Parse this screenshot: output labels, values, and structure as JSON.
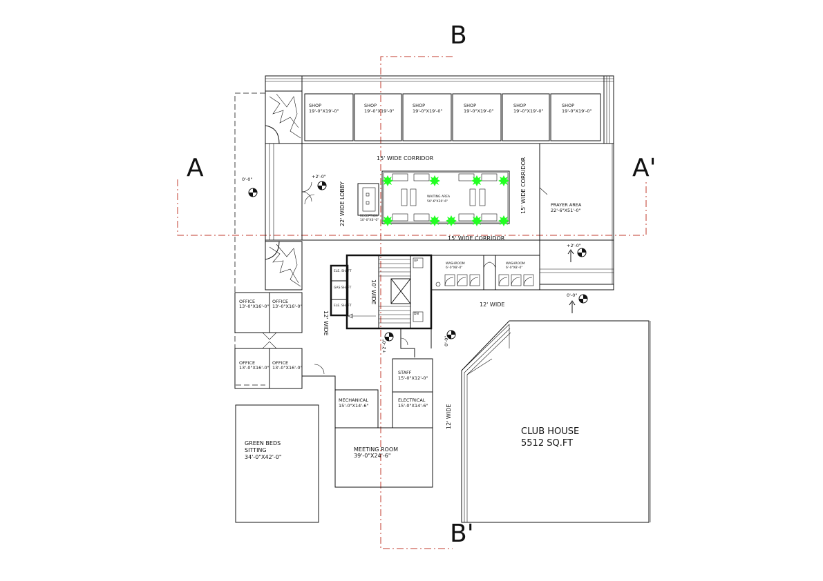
{
  "section_marks": {
    "a_left": "A",
    "a_right": "A'",
    "b_top": "B",
    "b_bottom": "B'"
  },
  "shops": [
    {
      "label": "SHOP",
      "size": "19'-0\"X19'-0\""
    },
    {
      "label": "SHOP",
      "size": "19'-0\"X19'-0\""
    },
    {
      "label": "SHOP",
      "size": "19'-0\"X19'-0\""
    },
    {
      "label": "SHOP",
      "size": "19'-0\"X19'-0\""
    },
    {
      "label": "SHOP",
      "size": "19'-0\"X19'-0\""
    },
    {
      "label": "SHOP",
      "size": "19'-0\"X19'-0\""
    }
  ],
  "corridors": {
    "top": "15' WIDE CORRIDOR",
    "bottom": "15' WIDE CORRIDOR",
    "right": "15' WIDE CORRIDOR",
    "lobby": "22' WIDE LOBBY",
    "wide_12_a": "12' WIDE",
    "wide_12_b": "12' WIDE",
    "wide_12_c": "12' WIDE",
    "wide_10": "10' WIDE"
  },
  "rooms": {
    "waiting_area": "WAITING AREA",
    "waiting_size": "50'-6\"X20'-6\"",
    "reception": "RECEPTION",
    "reception_size": "10'-0\"X6'-0\"",
    "prayer_area": "PRAYER AREA",
    "prayer_size": "22'-6\"X51'-0\"",
    "washroom_1": "WASHROOM",
    "washroom_1_size": "6'-0\"X8'-0\"",
    "washroom_2": "WASHROOM",
    "washroom_2_size": "6'-0\"X8'-0\"",
    "electric_shaft_1": "ELE. SHAFT",
    "electric_shaft_2": "ELE. SHAFT",
    "gas_shaft": "GAS SHAFT",
    "staff": "STAFF",
    "staff_size": "15'-0\"X12'-0\"",
    "electrical": "ELECTRICAL",
    "electrical_size": "15'-0\"X14'-6\"",
    "mechanical": "MECHANICAL",
    "mechanical_size": "15'-0\"X14'-6\"",
    "meeting_room": "MEETING ROOM",
    "meeting_size": "39'-0\"X24'-6\"",
    "green_beds_1": "GREEN BEDS",
    "green_beds_2": "SITTING",
    "green_beds_size": "34'-0\"X42'-0\"",
    "club_house": "CLUB HOUSE",
    "club_area": "5512 SQ.FT"
  },
  "offices": [
    {
      "label": "OFFICE",
      "size": "13'-0\"X16'-0\""
    },
    {
      "label": "OFFICE",
      "size": "13'-0\"X16'-0\""
    },
    {
      "label": "OFFICE",
      "size": "13'-0\"X16'-0\""
    },
    {
      "label": "OFFICE",
      "size": "13'-0\"X16'-0\""
    }
  ],
  "levels": {
    "lvl_0_left": "0'-0\"",
    "lvl_2_lobby": "+2'-0\"",
    "lvl_2_right": "+2'-0\"",
    "lvl_0_right": "0'-0\"",
    "lvl_2_stair": "+2'-0\"",
    "lvl_0_mid": "0'-0\""
  },
  "stair_labels": {
    "up": "UP",
    "dn": "DN"
  },
  "colors": {
    "section_line": "#c0392b",
    "plant_marker": "#22ff22",
    "wall": "#111111"
  }
}
